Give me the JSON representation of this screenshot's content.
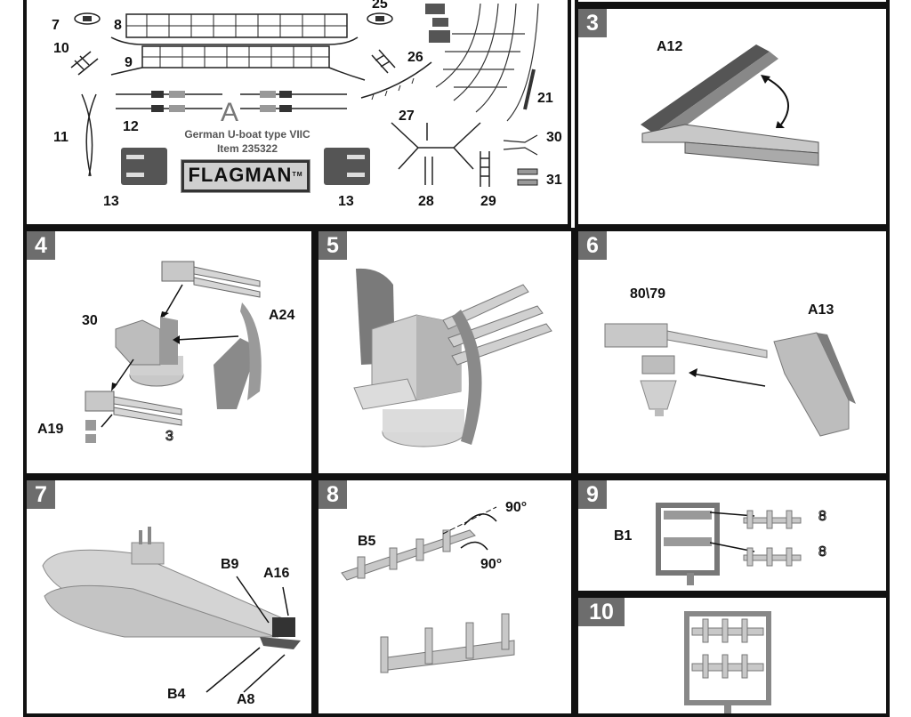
{
  "sheet": {
    "title_line": "German U-boat type VIIC",
    "item_line": "Item 235322",
    "brand": "FLAGMAN",
    "brand_tm": "TM",
    "fret_letter": "A",
    "fret_parts": [
      "7",
      "8",
      "25",
      "26",
      "10",
      "9",
      "21",
      "12",
      "11",
      "27",
      "30",
      "31",
      "13",
      "13",
      "28",
      "29"
    ]
  },
  "steps": [
    {
      "number": "3",
      "labels": [
        "A12"
      ]
    },
    {
      "number": "4",
      "labels": [
        "30",
        "A24",
        "A19",
        "3"
      ]
    },
    {
      "number": "5",
      "labels": []
    },
    {
      "number": "6",
      "labels": [
        "80\\79",
        "A13"
      ]
    },
    {
      "number": "7",
      "labels": [
        "B9",
        "A16",
        "B4",
        "A8"
      ]
    },
    {
      "number": "8",
      "labels": [
        "B5",
        "90°",
        "90°"
      ]
    },
    {
      "number": "9",
      "labels": [
        "B1",
        "8",
        "8"
      ]
    },
    {
      "number": "10",
      "labels": []
    }
  ],
  "colors": {
    "frame": "#111111",
    "badge": "#6d6d6d",
    "part": "#c8c8c8",
    "part_dark": "#8a8a8a",
    "fret_dark": "#555555"
  }
}
